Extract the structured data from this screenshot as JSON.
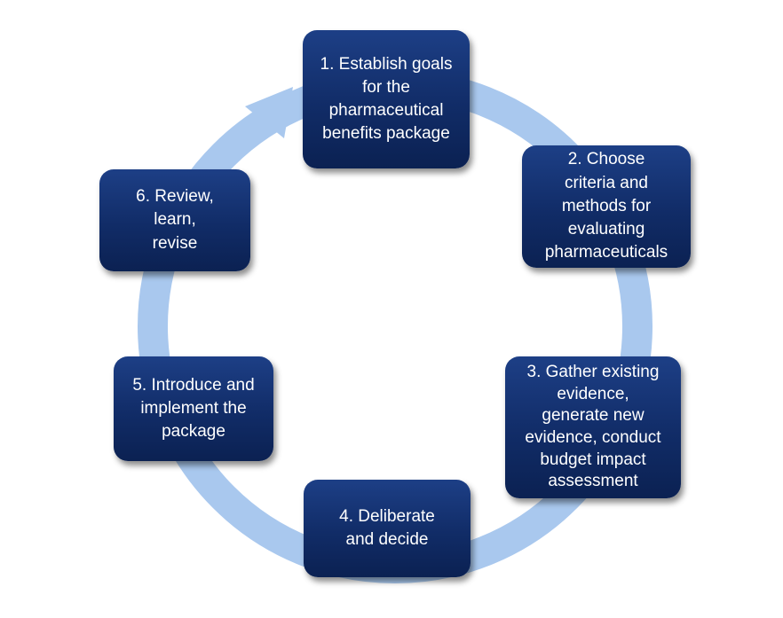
{
  "diagram": {
    "ring_color": "#a9c8ee",
    "box_color": "#15326f",
    "text_color": "#ffffff",
    "steps": [
      {
        "lines": [
          "1. Establish goals",
          "for the",
          "pharmaceutical",
          "benefits package"
        ]
      },
      {
        "lines": [
          "2. Choose",
          "criteria and",
          "methods for",
          "evaluating",
          "pharmaceuticals"
        ]
      },
      {
        "lines": [
          "3. Gather existing",
          "evidence,",
          "generate new",
          "evidence, conduct",
          "budget impact",
          "assessment"
        ]
      },
      {
        "lines": [
          "4. Deliberate",
          "and decide"
        ]
      },
      {
        "lines": [
          "5. Introduce and",
          "implement the",
          "package"
        ]
      },
      {
        "lines": [
          "6. Review,",
          "learn,",
          "revise"
        ]
      }
    ]
  }
}
